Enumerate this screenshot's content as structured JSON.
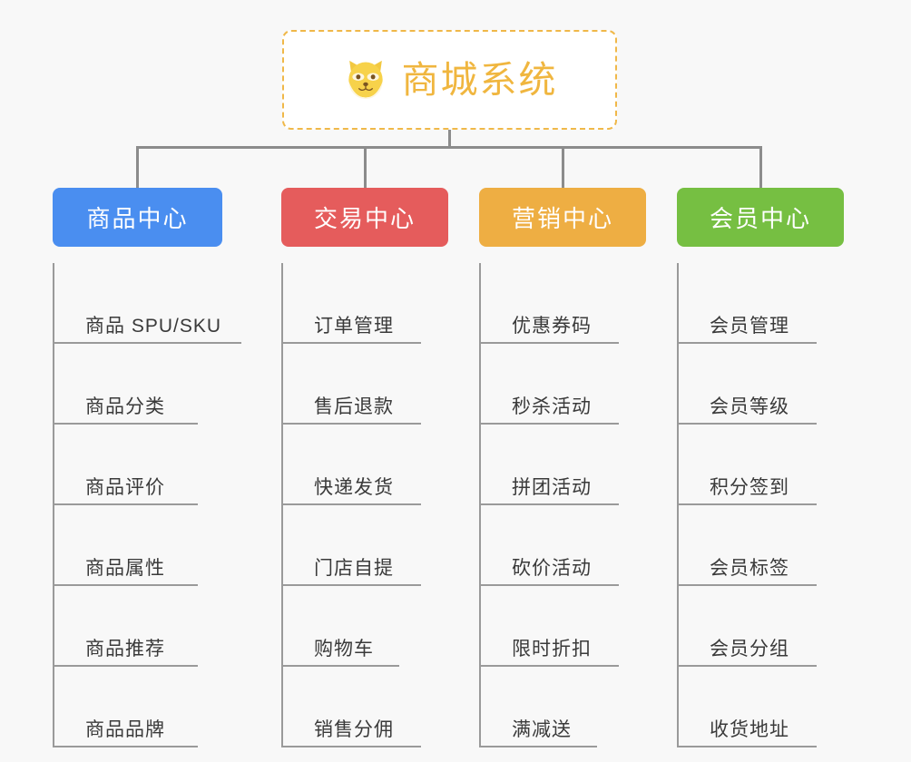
{
  "page": {
    "background_color": "#f8f8f8",
    "line_color": "#8c8c8c",
    "leaf_line_color": "#9a9a9a"
  },
  "root": {
    "title": "商城系统",
    "icon": "dog-face-icon",
    "border_color": "#f0b849",
    "text_color": "#f0b63f",
    "background_color": "#ffffff"
  },
  "branches": [
    {
      "label": "商品中心",
      "color": "#4a8ef0",
      "items": [
        {
          "label": "商品 SPU/SKU"
        },
        {
          "label": "商品分类"
        },
        {
          "label": "商品评价"
        },
        {
          "label": "商品属性"
        },
        {
          "label": "商品推荐"
        },
        {
          "label": "商品品牌"
        }
      ]
    },
    {
      "label": "交易中心",
      "color": "#e55c5c",
      "items": [
        {
          "label": "订单管理"
        },
        {
          "label": "售后退款"
        },
        {
          "label": "快递发货"
        },
        {
          "label": "门店自提"
        },
        {
          "label": "购物车"
        },
        {
          "label": "销售分佣"
        }
      ]
    },
    {
      "label": "营销中心",
      "color": "#eeae43",
      "items": [
        {
          "label": "优惠券码"
        },
        {
          "label": "秒杀活动"
        },
        {
          "label": "拼团活动"
        },
        {
          "label": "砍价活动"
        },
        {
          "label": "限时折扣"
        },
        {
          "label": "满减送"
        }
      ]
    },
    {
      "label": "会员中心",
      "color": "#76bf42",
      "items": [
        {
          "label": "会员管理"
        },
        {
          "label": "会员等级"
        },
        {
          "label": "积分签到"
        },
        {
          "label": "会员标签"
        },
        {
          "label": "会员分组"
        },
        {
          "label": "收货地址"
        }
      ]
    }
  ]
}
